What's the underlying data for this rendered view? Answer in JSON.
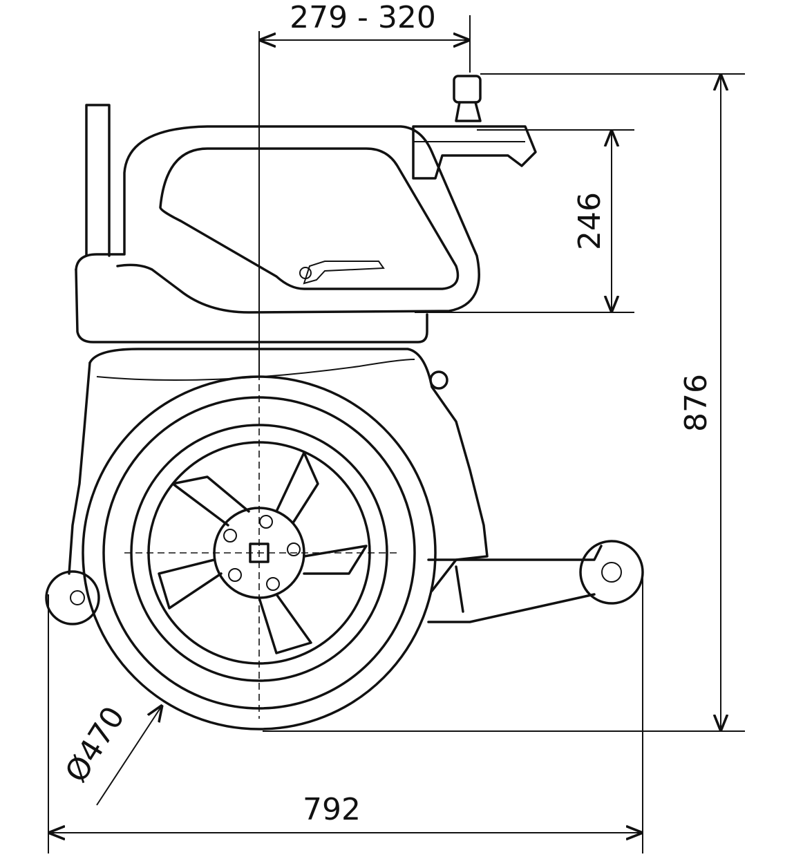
{
  "drawing": {
    "dimensions": {
      "seat_offset": "279 - 320",
      "seat_height_range": "246",
      "total_height": "876",
      "wheel_diameter": "Ø470",
      "total_length": "792"
    }
  }
}
